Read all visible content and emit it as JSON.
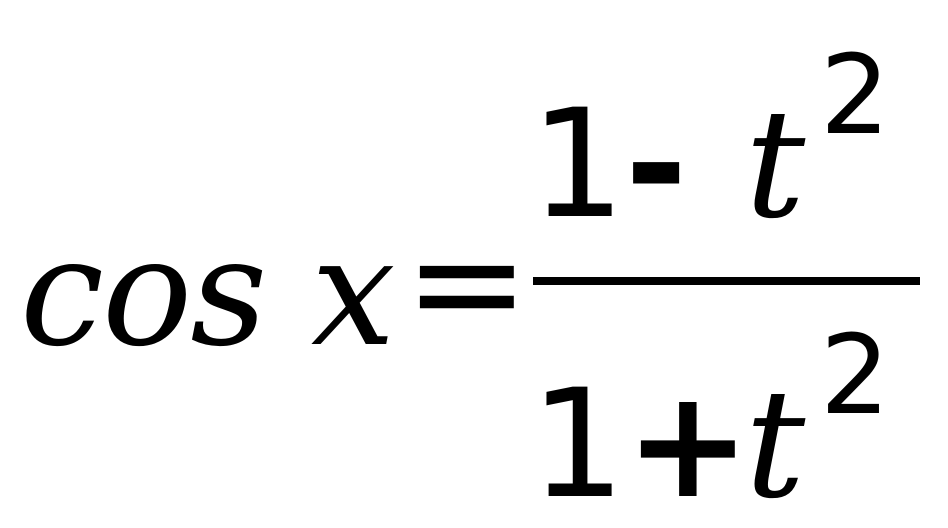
{
  "formula": {
    "lhs": "cos x",
    "equals": "=",
    "numerator": {
      "one": "1",
      "operator": "-",
      "variable": "t",
      "exponent": "2"
    },
    "denominator": {
      "one": "1",
      "operator": "+",
      "variable": "t",
      "exponent": "2"
    }
  }
}
